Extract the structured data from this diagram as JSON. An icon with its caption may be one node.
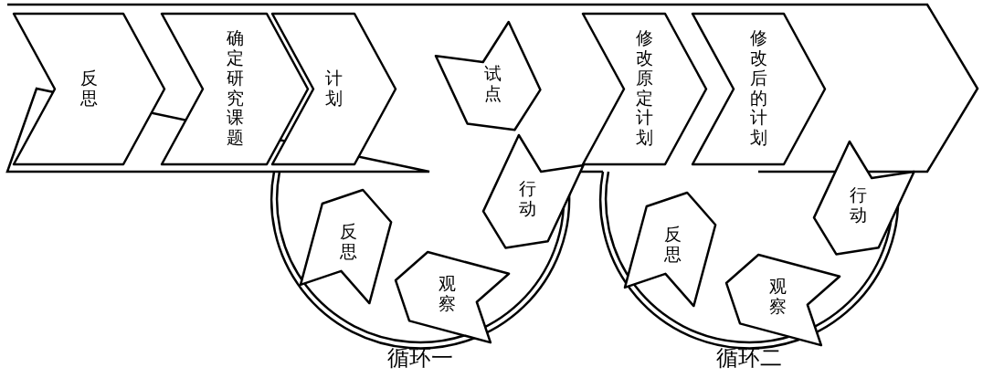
{
  "diagram": {
    "nodes": [
      {
        "text": [
          "反思"
        ]
      },
      {
        "text": [
          "确定研究课题"
        ]
      },
      {
        "text": [
          "计划"
        ]
      },
      {
        "text": [
          "试点"
        ]
      },
      {
        "text": [
          "行动"
        ]
      },
      {
        "text": [
          "观察"
        ]
      },
      {
        "text": [
          "反思"
        ]
      },
      {
        "text": [
          "修改原定计划"
        ]
      },
      {
        "text": [
          "修改后的计划"
        ]
      },
      {
        "text": [
          "行动"
        ]
      },
      {
        "text": [
          "观察"
        ]
      },
      {
        "text": [
          "反思"
        ]
      }
    ],
    "labels": [
      "循环一",
      "循环二"
    ]
  }
}
